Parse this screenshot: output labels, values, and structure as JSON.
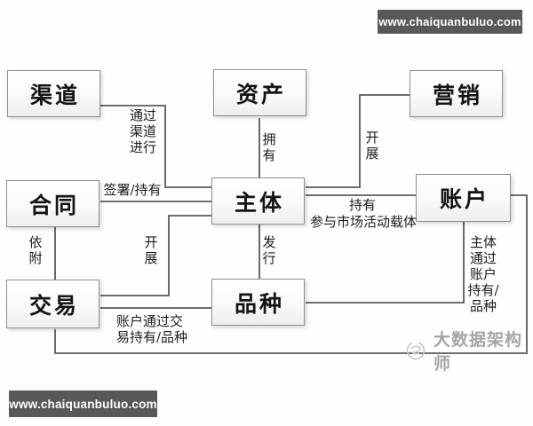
{
  "watermarks": {
    "top": "www.chaiquanbuluo.com",
    "bottom": "www.chaiquanbuluo.com"
  },
  "brand": {
    "name": "大数据架构师"
  },
  "diagram": {
    "type": "entity-relationship",
    "nodes": [
      {
        "id": "channel",
        "label": "渠道"
      },
      {
        "id": "asset",
        "label": "资产"
      },
      {
        "id": "marketing",
        "label": "营销"
      },
      {
        "id": "contract",
        "label": "合同"
      },
      {
        "id": "entity",
        "label": "主体"
      },
      {
        "id": "account",
        "label": "账户"
      },
      {
        "id": "transaction",
        "label": "交易"
      },
      {
        "id": "variety",
        "label": "品种"
      }
    ],
    "edge_labels": [
      {
        "name": "channel-entity",
        "text": "通过\n渠道\n进行"
      },
      {
        "name": "asset-entity",
        "text": "拥\n有"
      },
      {
        "name": "marketing-entity",
        "text": "开\n展"
      },
      {
        "name": "contract-entity",
        "text": "签署/持有"
      },
      {
        "name": "contract-transaction",
        "text": "依\n附"
      },
      {
        "name": "entity-transaction",
        "text": "开\n展"
      },
      {
        "name": "entity-account-hold",
        "text": "持有"
      },
      {
        "name": "entity-account-carrier",
        "text": "参与市场活动载体"
      },
      {
        "name": "entity-variety",
        "text": "发\n行"
      },
      {
        "name": "account-variety",
        "text": "主体\n通过\n账户\n持有/\n品种"
      },
      {
        "name": "account-transaction",
        "text": "账户通过交\n易持有/品种"
      }
    ]
  },
  "colors": {
    "line": "#5a5a5a",
    "box_border": "#8f8f8f",
    "watermark_bar": "#58585a",
    "brand_gray": "#a5a5a5"
  }
}
